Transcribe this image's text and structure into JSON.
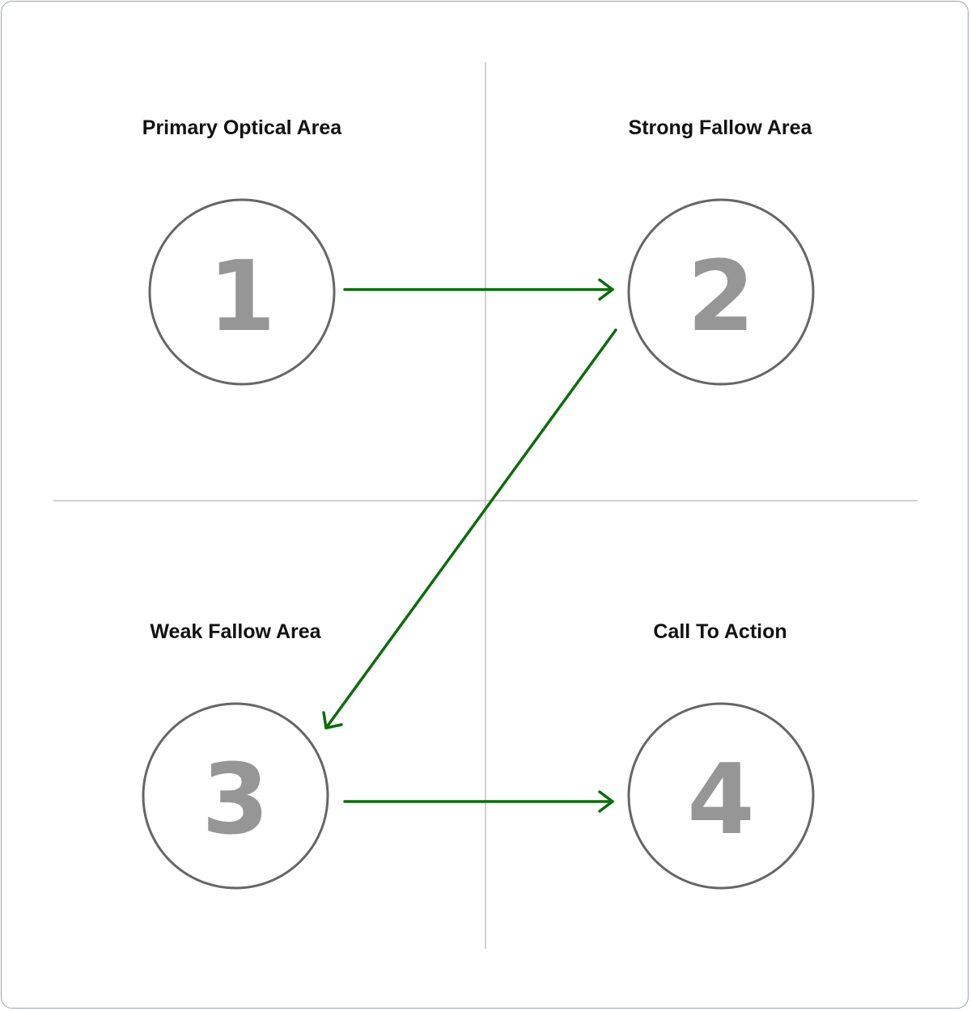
{
  "quadrants": [
    {
      "label": "Primary Optical Area",
      "number": "1"
    },
    {
      "label": "Strong Fallow Area",
      "number": "2"
    },
    {
      "label": "Weak Fallow Area",
      "number": "3"
    },
    {
      "label": "Call To Action",
      "number": "4"
    }
  ],
  "colors": {
    "arrow": "#0e6b0e",
    "circle_stroke": "#666666",
    "number": "#969696",
    "divider": "#c2c2c2"
  }
}
